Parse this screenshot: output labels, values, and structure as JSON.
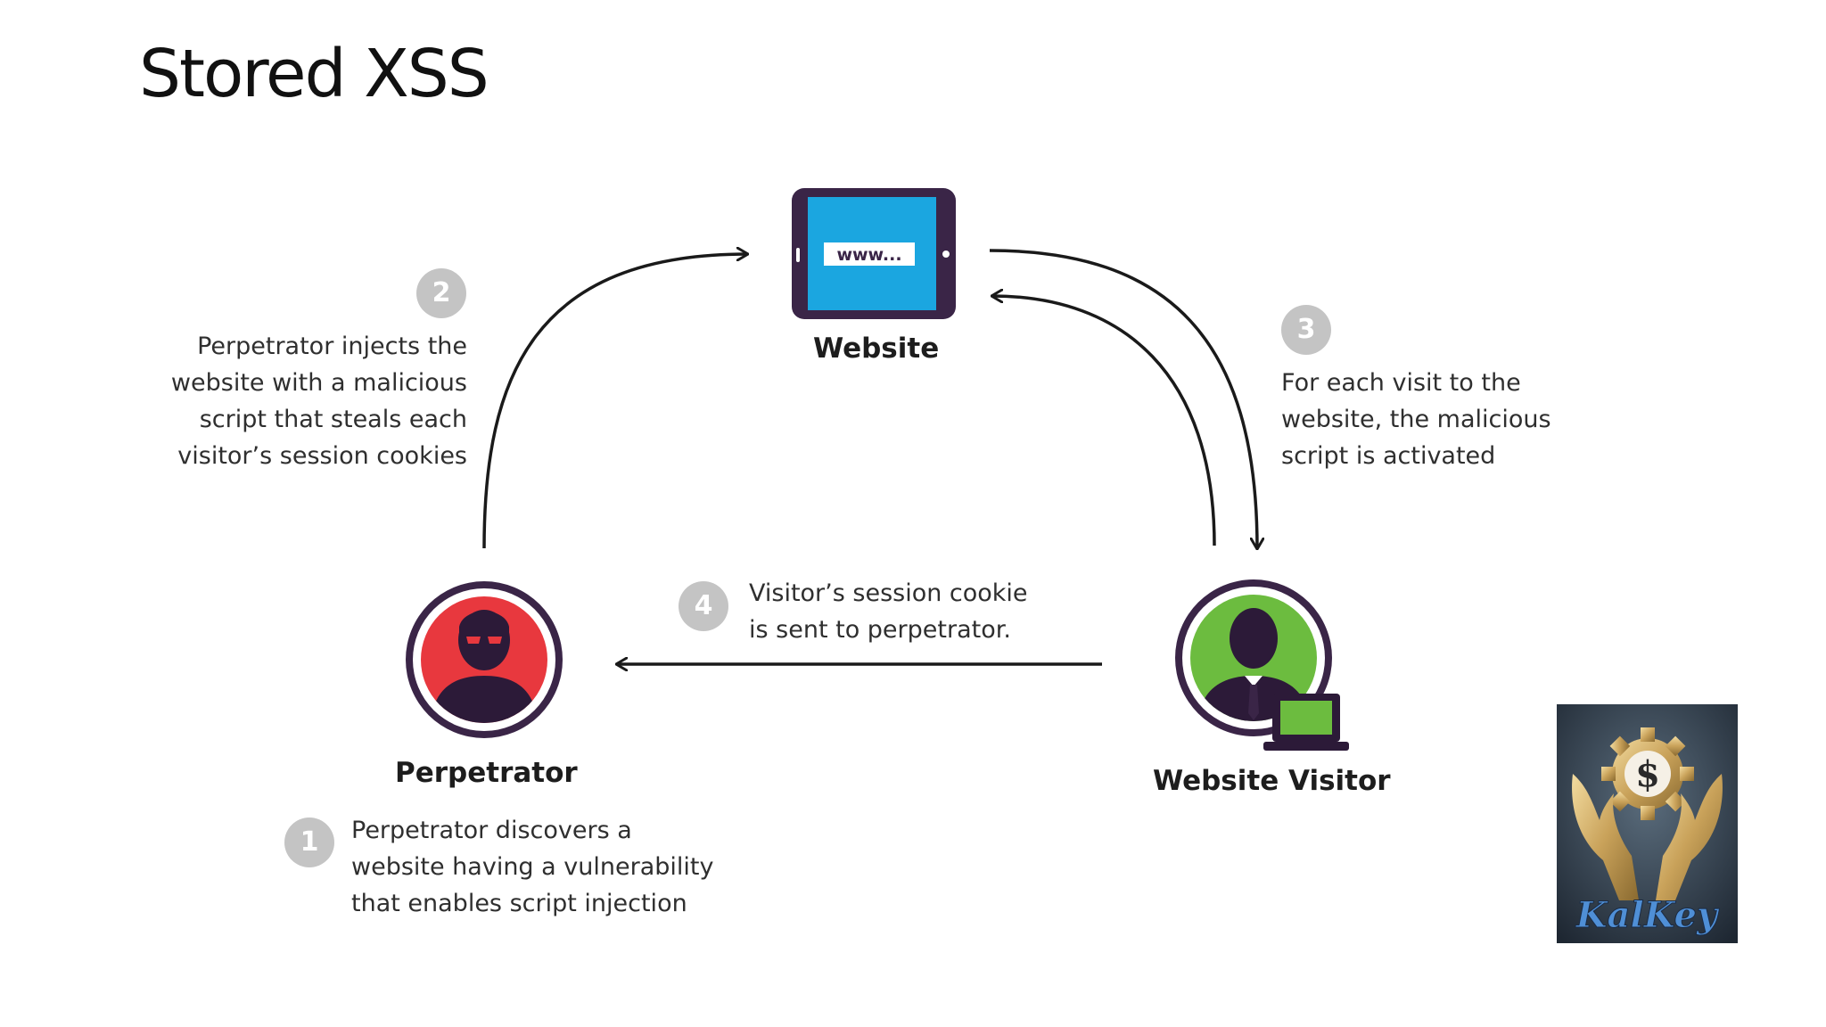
{
  "slide": {
    "title": "Stored XSS"
  },
  "nodes": {
    "website": {
      "label": "Website",
      "screen_text": "www..."
    },
    "perpetrator": {
      "label": "Perpetrator"
    },
    "visitor": {
      "label": "Website Visitor"
    }
  },
  "steps": [
    {
      "number": "1",
      "lines": [
        "Perpetrator discovers a",
        "website having a vulnerability",
        "that enables script injection"
      ]
    },
    {
      "number": "2",
      "lines": [
        "Perpetrator injects the",
        "website with a malicious",
        "script that steals each",
        "visitor’s session cookies"
      ]
    },
    {
      "number": "3",
      "lines": [
        "For each visit to the",
        "website, the malicious",
        "script is activated"
      ]
    },
    {
      "number": "4",
      "lines": [
        "Visitor’s session cookie",
        "is sent to perpetrator."
      ]
    }
  ],
  "logo": {
    "text": "KalKey",
    "icon": "dollar-gear-hands-icon"
  },
  "colors": {
    "device_frame": "#3a2547",
    "device_screen": "#1ba6e0",
    "perpetrator_fill": "#e8383e",
    "visitor_fill": "#6cbc3f",
    "badge": "#c4c4c4",
    "arrow": "#1a1a1a"
  }
}
